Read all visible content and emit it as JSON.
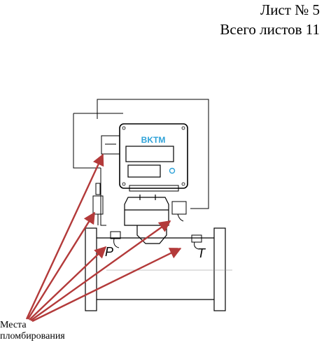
{
  "header": {
    "sheet": "Лист № 5",
    "total": "Всего листов 11"
  },
  "device": {
    "brand": "BKTM",
    "mark_p": "P",
    "mark_t": "T"
  },
  "caption": {
    "line1": "Места",
    "line2": "пломбирования"
  },
  "colors": {
    "arrow": "#b33a3a",
    "brand": "#2ea2d8",
    "line": "#000000"
  }
}
